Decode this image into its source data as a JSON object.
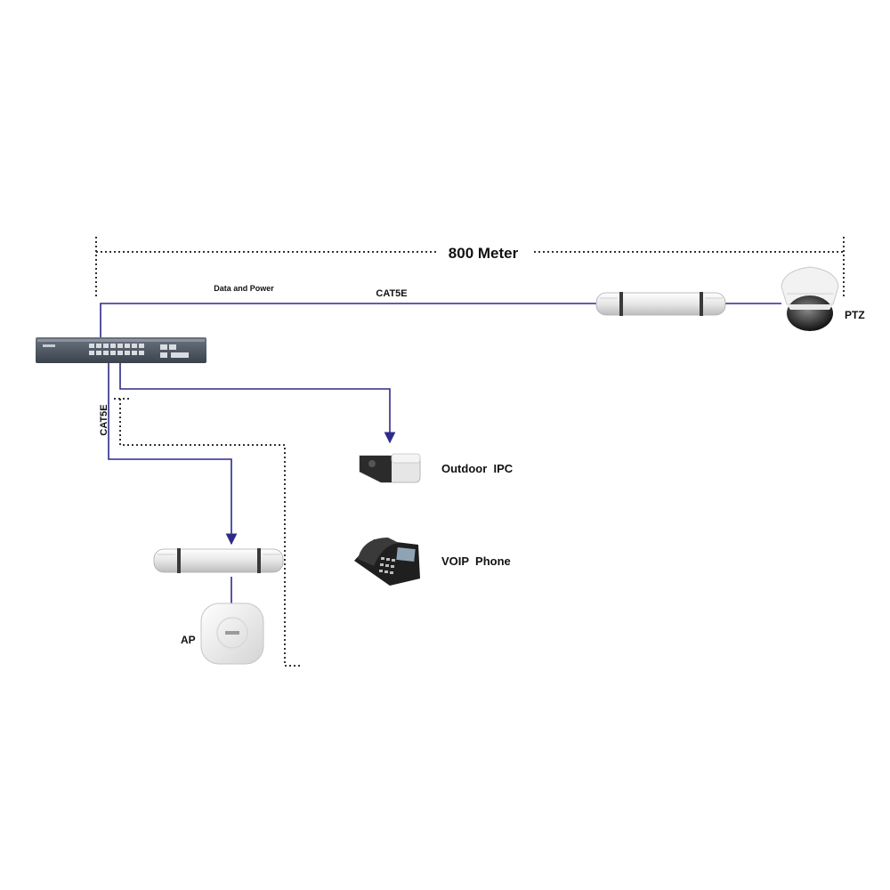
{
  "labels": {
    "distance": "800 Meter",
    "data_power": "Data and Power",
    "cable_top": "CAT5E",
    "cable_left": "CAT5E",
    "ptz": "PTZ",
    "outdoor_ipc": "Outdoor  IPC",
    "voip_phone": "VOIP  Phone",
    "ap": "AP"
  },
  "colors": {
    "cable": "#2e2a8c",
    "dotted": "#333333",
    "device_light": "#eeeeee",
    "device_dark": "#2b2b2b"
  }
}
